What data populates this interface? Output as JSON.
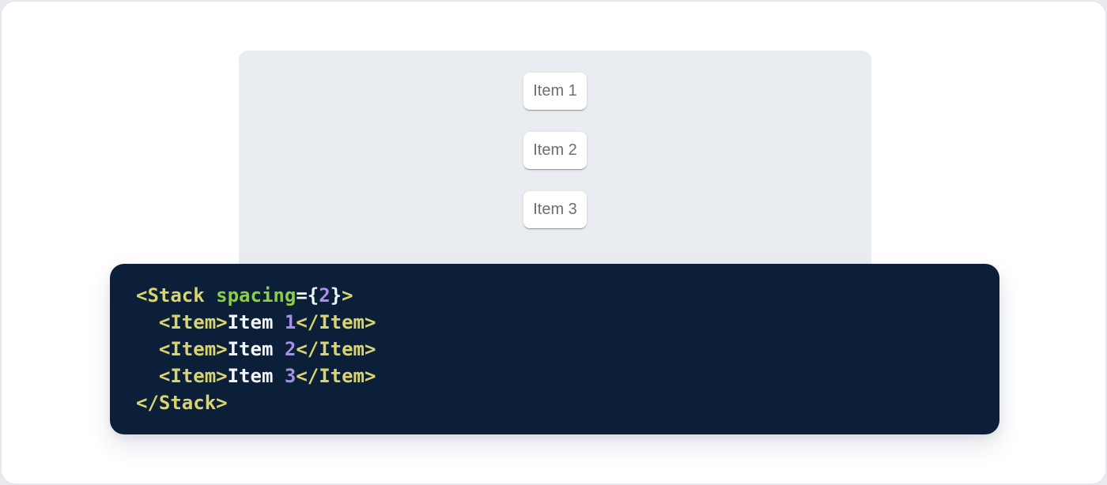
{
  "page": {
    "background_color": "#ffffff",
    "outer_background_color": "#e8eaee"
  },
  "demo_panel": {
    "background_color": "#e9ecf1",
    "items": [
      {
        "label": "Item 1"
      },
      {
        "label": "Item 2"
      },
      {
        "label": "Item 3"
      }
    ],
    "item_text_color": "#6b6e72",
    "item_background_color": "#ffffff"
  },
  "code_block": {
    "background_color": "#0b1f38",
    "token_colors": {
      "tag": "#d9d46e",
      "attr": "#8ace43",
      "number": "#a98ee8",
      "plain": "#f3f5f8"
    },
    "lines": [
      [
        {
          "c": "tag",
          "t": "<Stack"
        },
        {
          "c": "plain",
          "t": " "
        },
        {
          "c": "attr",
          "t": "spacing"
        },
        {
          "c": "plain",
          "t": "={"
        },
        {
          "c": "number",
          "t": "2"
        },
        {
          "c": "plain",
          "t": "}"
        },
        {
          "c": "tag",
          "t": ">"
        }
      ],
      [
        {
          "c": "plain",
          "t": "  "
        },
        {
          "c": "tag",
          "t": "<Item>"
        },
        {
          "c": "plain",
          "t": "Item "
        },
        {
          "c": "number",
          "t": "1"
        },
        {
          "c": "tag",
          "t": "</Item>"
        }
      ],
      [
        {
          "c": "plain",
          "t": "  "
        },
        {
          "c": "tag",
          "t": "<Item>"
        },
        {
          "c": "plain",
          "t": "Item "
        },
        {
          "c": "number",
          "t": "2"
        },
        {
          "c": "tag",
          "t": "</Item>"
        }
      ],
      [
        {
          "c": "plain",
          "t": "  "
        },
        {
          "c": "tag",
          "t": "<Item>"
        },
        {
          "c": "plain",
          "t": "Item "
        },
        {
          "c": "number",
          "t": "3"
        },
        {
          "c": "tag",
          "t": "</Item>"
        }
      ],
      [
        {
          "c": "tag",
          "t": "</Stack>"
        }
      ]
    ]
  }
}
